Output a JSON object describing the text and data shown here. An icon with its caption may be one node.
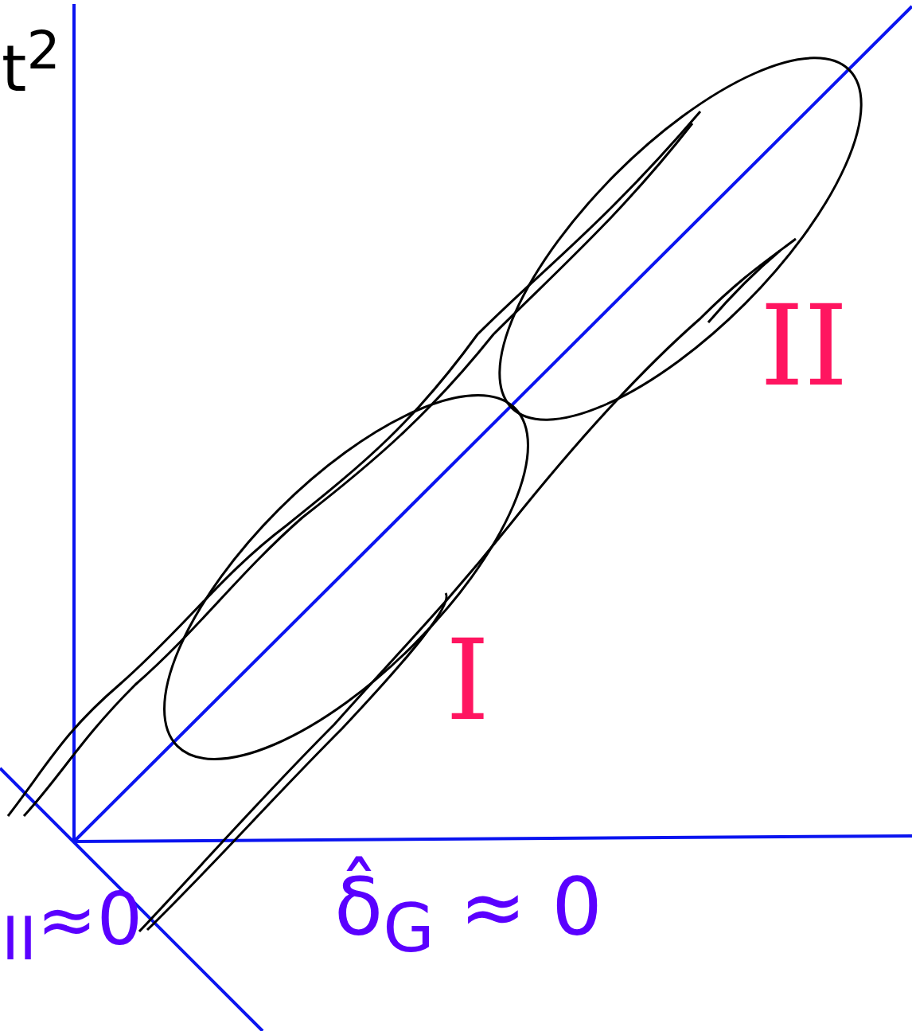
{
  "diagram": {
    "labels": [
      "t$^{2}$",
      "II",
      "I",
      "δ̂$_{G}$ ≈ 0",
      "$_{II}$≈0"
    ]
  }
}
